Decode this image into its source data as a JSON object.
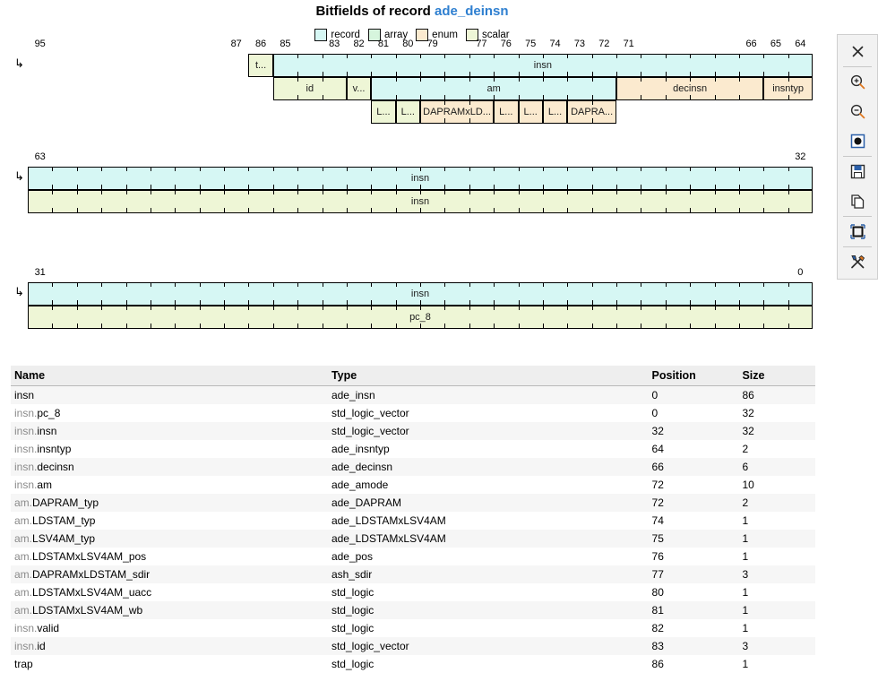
{
  "title": {
    "prefix": "Bitfields of record ",
    "record": "ade_deinsn"
  },
  "legend": {
    "items": [
      {
        "label": "record",
        "color": "#d6f7f4"
      },
      {
        "label": "array",
        "color": "#d6f5dd"
      },
      {
        "label": "enum",
        "color": "#fbeacf"
      },
      {
        "label": "scalar",
        "color": "#eef6d6"
      }
    ]
  },
  "wrap_arrow_glyph": "↳",
  "diagrams": [
    {
      "name": "bits-95-64",
      "msb": 95,
      "lsb": 64,
      "tick_labels": [
        "95",
        "87",
        "86",
        "85",
        "83",
        "82",
        "81",
        "80",
        "79",
        "77",
        "76",
        "75",
        "74",
        "73",
        "72",
        "71",
        "66",
        "65",
        "64"
      ],
      "rows": [
        {
          "cells": [
            {
              "label": "t...",
              "hi": 86,
              "lo": 86,
              "kind": "scalar"
            },
            {
              "label": "insn",
              "hi": 85,
              "lo": 64,
              "kind": "record"
            }
          ]
        },
        {
          "cells": [
            {
              "label": "id",
              "hi": 85,
              "lo": 83,
              "kind": "scalar"
            },
            {
              "label": "v...",
              "hi": 82,
              "lo": 82,
              "kind": "scalar"
            },
            {
              "label": "am",
              "hi": 81,
              "lo": 72,
              "kind": "record"
            },
            {
              "label": "decinsn",
              "hi": 71,
              "lo": 66,
              "kind": "enum"
            },
            {
              "label": "insntyp",
              "hi": 65,
              "lo": 64,
              "kind": "enum"
            }
          ]
        },
        {
          "cells": [
            {
              "label": "L...",
              "hi": 81,
              "lo": 81,
              "kind": "scalar"
            },
            {
              "label": "L...",
              "hi": 80,
              "lo": 80,
              "kind": "scalar"
            },
            {
              "label": "DAPRAMxLD...",
              "hi": 79,
              "lo": 77,
              "kind": "enum"
            },
            {
              "label": "L...",
              "hi": 76,
              "lo": 76,
              "kind": "enum"
            },
            {
              "label": "L...",
              "hi": 75,
              "lo": 75,
              "kind": "enum"
            },
            {
              "label": "L...",
              "hi": 74,
              "lo": 74,
              "kind": "enum"
            },
            {
              "label": "DAPRA...",
              "hi": 73,
              "lo": 72,
              "kind": "enum"
            }
          ]
        }
      ]
    },
    {
      "name": "bits-63-32",
      "msb": 63,
      "lsb": 32,
      "tick_labels": [
        "63",
        "32"
      ],
      "rows": [
        {
          "cells": [
            {
              "label": "insn",
              "hi": 63,
              "lo": 32,
              "kind": "record"
            }
          ]
        },
        {
          "cells": [
            {
              "label": "insn",
              "hi": 63,
              "lo": 32,
              "kind": "scalar"
            }
          ]
        }
      ]
    },
    {
      "name": "bits-31-0",
      "msb": 31,
      "lsb": 0,
      "tick_labels": [
        "31",
        "0"
      ],
      "rows": [
        {
          "cells": [
            {
              "label": "insn",
              "hi": 31,
              "lo": 0,
              "kind": "record"
            }
          ]
        },
        {
          "cells": [
            {
              "label": "pc_8",
              "hi": 31,
              "lo": 0,
              "kind": "scalar"
            }
          ]
        }
      ]
    }
  ],
  "table": {
    "headers": [
      "Name",
      "Type",
      "Position",
      "Size"
    ],
    "rows": [
      {
        "prefix": "",
        "name": "insn",
        "type": "ade_insn",
        "position": "0",
        "size": "86"
      },
      {
        "prefix": "insn.",
        "name": "pc_8",
        "type": "std_logic_vector",
        "position": "0",
        "size": "32"
      },
      {
        "prefix": "insn.",
        "name": "insn",
        "type": "std_logic_vector",
        "position": "32",
        "size": "32"
      },
      {
        "prefix": "insn.",
        "name": "insntyp",
        "type": "ade_insntyp",
        "position": "64",
        "size": "2"
      },
      {
        "prefix": "insn.",
        "name": "decinsn",
        "type": "ade_decinsn",
        "position": "66",
        "size": "6"
      },
      {
        "prefix": "insn.",
        "name": "am",
        "type": "ade_amode",
        "position": "72",
        "size": "10"
      },
      {
        "prefix": "am.",
        "name": "DAPRAM_typ",
        "type": "ade_DAPRAM",
        "position": "72",
        "size": "2"
      },
      {
        "prefix": "am.",
        "name": "LDSTAM_typ",
        "type": "ade_LDSTAMxLSV4AM",
        "position": "74",
        "size": "1"
      },
      {
        "prefix": "am.",
        "name": "LSV4AM_typ",
        "type": "ade_LDSTAMxLSV4AM",
        "position": "75",
        "size": "1"
      },
      {
        "prefix": "am.",
        "name": "LDSTAMxLSV4AM_pos",
        "type": "ade_pos",
        "position": "76",
        "size": "1"
      },
      {
        "prefix": "am.",
        "name": "DAPRAMxLDSTAM_sdir",
        "type": "ash_sdir",
        "position": "77",
        "size": "3"
      },
      {
        "prefix": "am.",
        "name": "LDSTAMxLSV4AM_uacc",
        "type": "std_logic",
        "position": "80",
        "size": "1"
      },
      {
        "prefix": "am.",
        "name": "LDSTAMxLSV4AM_wb",
        "type": "std_logic",
        "position": "81",
        "size": "1"
      },
      {
        "prefix": "insn.",
        "name": "valid",
        "type": "std_logic",
        "position": "82",
        "size": "1"
      },
      {
        "prefix": "insn.",
        "name": "id",
        "type": "std_logic_vector",
        "position": "83",
        "size": "3"
      },
      {
        "prefix": "",
        "name": "trap",
        "type": "std_logic",
        "position": "86",
        "size": "1"
      }
    ]
  },
  "toolbar": {
    "buttons": [
      {
        "name": "close-icon",
        "tip": "Close"
      },
      {
        "name": "zoom-in-icon",
        "tip": "Zoom in"
      },
      {
        "name": "zoom-out-icon",
        "tip": "Zoom out"
      },
      {
        "name": "zoom-reset-icon",
        "tip": "Actual size"
      },
      {
        "name": "save-icon",
        "tip": "Save"
      },
      {
        "name": "copy-icon",
        "tip": "Copy"
      },
      {
        "name": "fit-to-window-icon",
        "tip": "Fit to window"
      },
      {
        "name": "tools-icon",
        "tip": "Tools"
      }
    ]
  }
}
